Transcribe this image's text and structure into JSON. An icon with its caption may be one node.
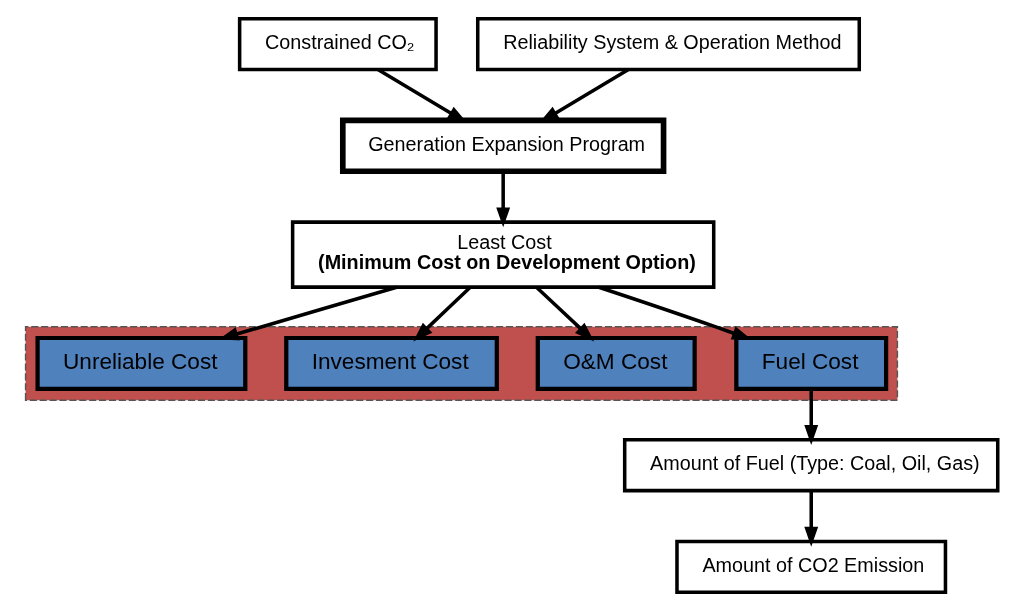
{
  "diagram": {
    "nodes": [
      {
        "text": [
          "Constrained CO₂"
        ]
      },
      {
        "text": [
          "Generation Expansion Program"
        ]
      },
      {
        "text": [
          "Reliability System & Operation Method"
        ]
      },
      {
        "text": [
          "Least Cost",
          "(Minimum Cost on Development Option)"
        ]
      },
      {
        "text": [],
        "shape": "box"
      },
      {
        "text": [
          "Fuel Cost"
        ],
        "in": 4
      },
      {
        "text": [
          "O&M Cost"
        ],
        "in": 4
      },
      {
        "text": [
          "Invesment Cost"
        ],
        "in": 4
      },
      {
        "text": [
          "Unreliable Cost"
        ],
        "in": 4
      },
      {
        "text": [
          "Amount of Fuel (Type: Coal, Oil, Gas)"
        ]
      },
      {
        "text": [
          "Amount of CO2 Emission"
        ]
      }
    ],
    "edges": [
      {
        "from": 0,
        "to": 1,
        "arrow": "to"
      },
      {
        "from": 2,
        "to": 1,
        "arrow": "to"
      },
      {
        "from": 1,
        "to": 3,
        "arrow": "to"
      },
      {
        "from": 3,
        "to": 5,
        "arrow": "to"
      },
      {
        "from": 3,
        "to": 6,
        "arrow": "to"
      },
      {
        "from": 3,
        "to": 7,
        "arrow": "to"
      },
      {
        "from": 3,
        "to": 8,
        "arrow": "to"
      },
      {
        "from": 5,
        "to": 9,
        "arrow": "to"
      },
      {
        "from": 9,
        "to": 10,
        "arrow": "to"
      }
    ]
  }
}
